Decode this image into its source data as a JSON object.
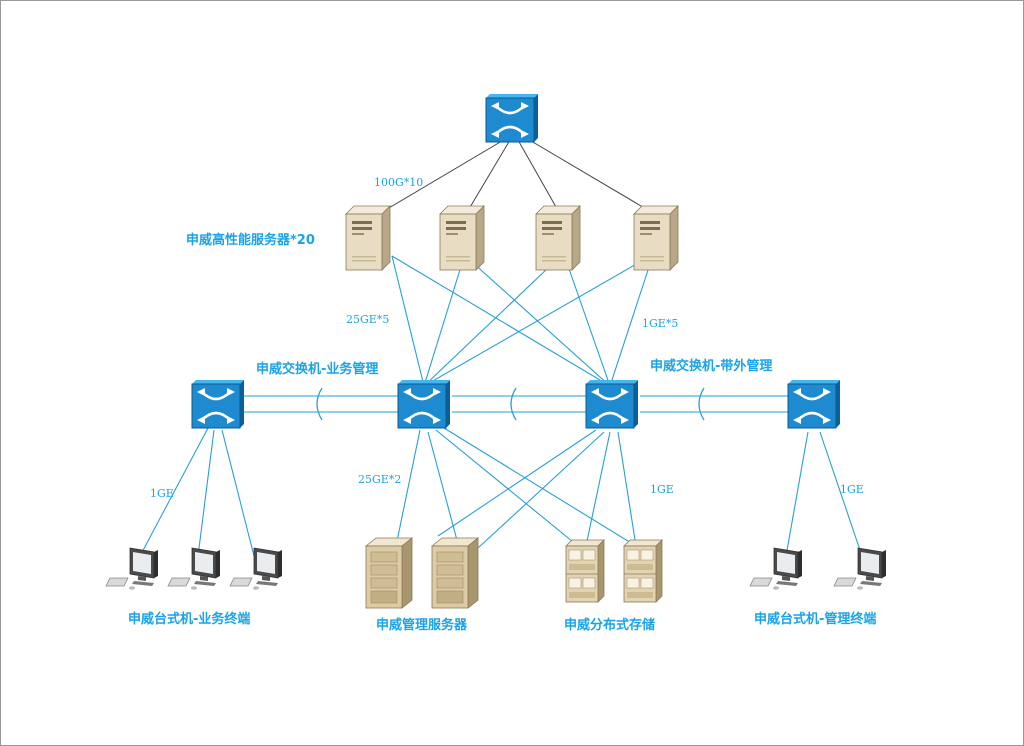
{
  "colors": {
    "link": "#2a9fd6",
    "uplink": "#444444",
    "label": "#1aa3e8",
    "switch_front": "#1e8ad0",
    "switch_side": "#0d5f9a",
    "switch_top": "#46b6ee",
    "server_body": "#e8dcc2",
    "server_side": "#b9a887",
    "server_top": "#f4ecdb",
    "monitor": "#666666"
  },
  "labels": {
    "uplink_speed": "100G*10",
    "hpc_servers": "申威高性能服务器*20",
    "server_link_left": "25GE*5",
    "server_link_right": "1GE*5",
    "switch_business": "申威交换机-业务管理",
    "switch_oob": "申威交换机-带外管理",
    "storage_link_left": "25GE*2",
    "storage_link_right": "1GE",
    "terminal_link_left": "1GE",
    "terminal_link_right": "1GE",
    "business_terminals": "申威台式机-业务终端",
    "mgmt_servers": "申威管理服务器",
    "dist_storage": "申威分布式存储",
    "mgmt_terminals": "申威台式机-管理终端"
  }
}
